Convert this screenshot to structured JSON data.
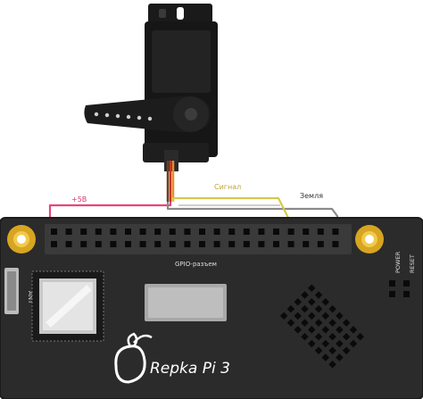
{
  "labels": {
    "plus5v": "+5В",
    "signal": "Сигнал",
    "ground": "Земля",
    "gpio": "GPIO-разъем",
    "ant": "ANT",
    "power": "POWER",
    "reset": "RESET",
    "brand": "Repka Pi 3"
  },
  "colors": {
    "board": "#2b2b2b",
    "board_edge": "#1c1c1c",
    "pin": "#0a0a0a",
    "gold": "#d8a520",
    "gold_inner": "#f2c94c",
    "wire_power": "#e8457a",
    "wire_signal": "#d6c84a",
    "wire_ground": "#8a8a8a",
    "servo_body": "#161616",
    "cable_brown": "#6b3e1e",
    "cable_red": "#c0392b",
    "cable_orange": "#f08a24",
    "chip": "#c9c9c9"
  }
}
